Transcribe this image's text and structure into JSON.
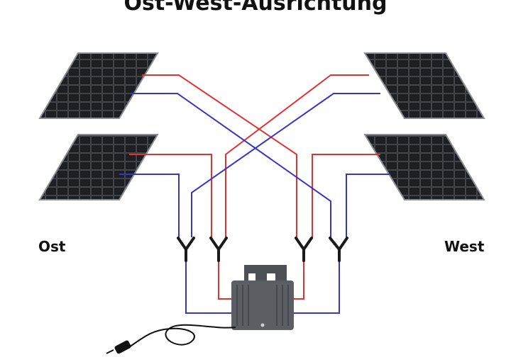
{
  "diagram": {
    "title": "Ost-West-Ausrichtung",
    "left_label": "Ost",
    "right_label": "West"
  },
  "colors": {
    "positive_wire": "#e53030",
    "negative_wire": "#3535c8",
    "panel_cell": "#1d1f22",
    "panel_frame": "#8a8d91",
    "inverter": "#5b5e63",
    "connector": "#1a1a1a"
  },
  "components": {
    "panels": [
      "solar-panel",
      "solar-panel",
      "solar-panel",
      "solar-panel"
    ],
    "y_connectors": [
      "y-connector",
      "y-connector",
      "y-connector",
      "y-connector"
    ],
    "inverter": "micro-inverter",
    "plug": "power-plug-icon"
  }
}
